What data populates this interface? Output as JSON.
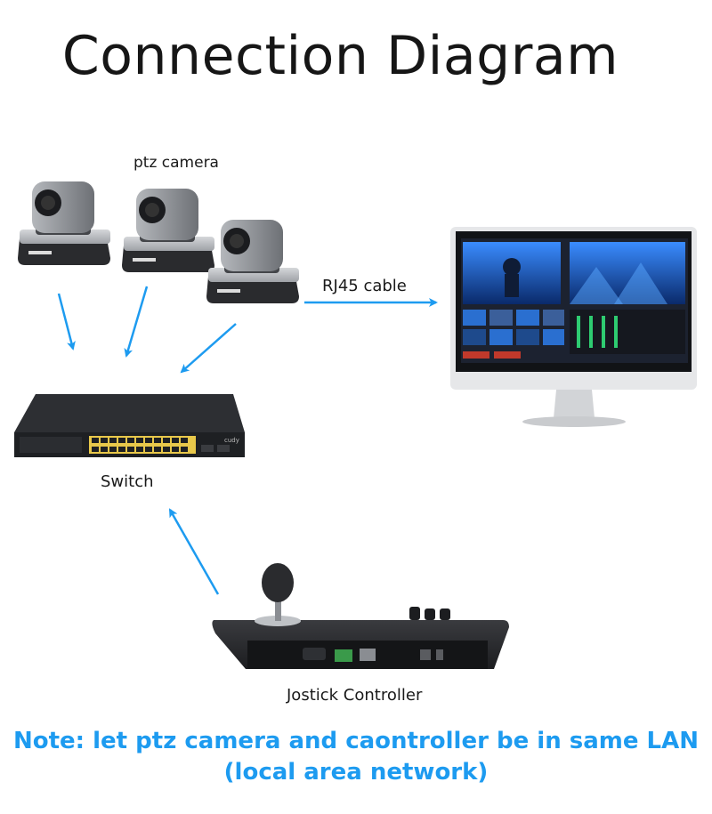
{
  "title": "Connection Diagram",
  "labels": {
    "ptz_camera": "ptz camera",
    "rj45_cable": "RJ45 cable",
    "switch": "Switch",
    "controller": "Jostick Controller"
  },
  "note": {
    "line1": "Note: let ptz camera and caontroller be in same LAN",
    "line2": "(local area network)"
  },
  "switch_brand": "cudy",
  "colors": {
    "arrow": "#1d9bf0",
    "note": "#1d9bf0",
    "port": "#e8c84a",
    "camera_body": "#8a8d92",
    "dark": "#2a2b2e"
  }
}
